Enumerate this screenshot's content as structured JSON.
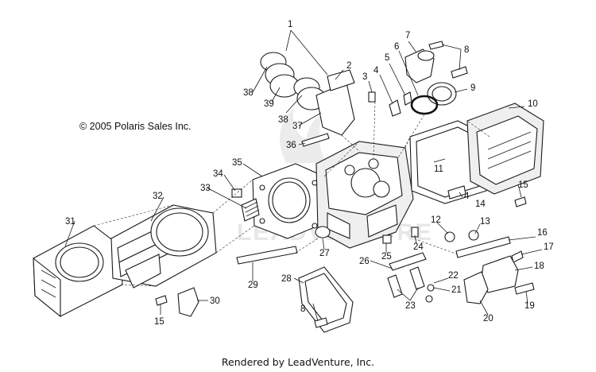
{
  "copyright": "© 2005 Polaris Sales Inc.",
  "credit": "Rendered by LeadVenture, Inc.",
  "watermark": "LEADVENTURE",
  "callouts": [
    "1",
    "2",
    "3",
    "4",
    "5",
    "6",
    "7",
    "8",
    "9",
    "10",
    "11",
    "12",
    "13",
    "14",
    "15",
    "16",
    "17",
    "18",
    "19",
    "20",
    "21",
    "22",
    "23",
    "24",
    "25",
    "26",
    "27",
    "28",
    "29",
    "30",
    "31",
    "32",
    "33",
    "34",
    "35",
    "36",
    "37",
    "38",
    "39"
  ]
}
